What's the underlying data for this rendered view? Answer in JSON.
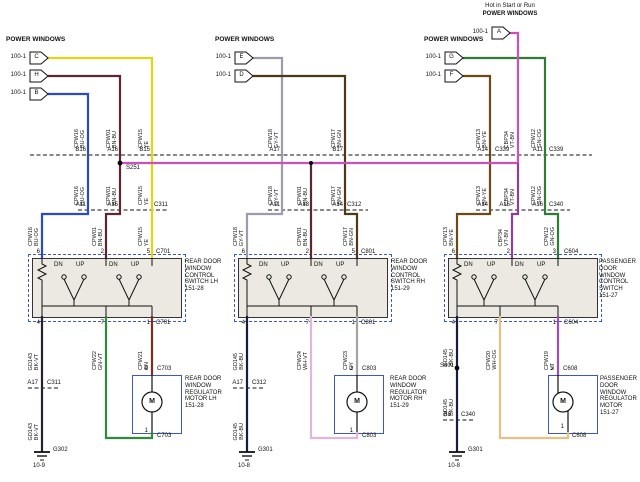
{
  "hot_feed": {
    "note_line1": "Hot in Start or Run",
    "note_line2": "POWER WINDOWS",
    "conn_label": "100-1",
    "conn_pin": "A"
  },
  "colors": {
    "ye": "#e3d50e",
    "bu_og": "#2a4ac8",
    "bn_bu": "#5c2633",
    "feed": "#cf4fb8",
    "vt_bn": "#8d3f9e",
    "gy_vt": "#9d9cab",
    "bn_gn": "#4c3a16",
    "bn_ye": "#6b4a16",
    "gn_og": "#2e7d32",
    "bk_vt": "#272032",
    "gn_vt": "#2f8b3a",
    "bn": "#77301f",
    "bk_bu": "#161f38",
    "wh_vt": "#e2b4de",
    "gy": "#a3a3a3",
    "wh_og": "#e6c185",
    "vt": "#9a4fc0",
    "line": "#111111",
    "blue_box": "#3f57c6"
  },
  "left": {
    "header": "POWER WINDOWS",
    "conns": [
      {
        "label": "100-1",
        "pin": "C"
      },
      {
        "label": "100-1",
        "pin": "H"
      },
      {
        "label": "100-1",
        "pin": "B"
      }
    ],
    "wires": [
      {
        "circuit": "CPW16",
        "cc": "BU-OG"
      },
      {
        "circuit": "CPW01",
        "cc": "BN-BU"
      },
      {
        "circuit": "CPW15",
        "cc": "YE"
      }
    ],
    "row1": {
      "pins": [
        "B16",
        "A16",
        "B15"
      ]
    },
    "splice": "S251",
    "row2": {
      "pins": [
        "A11",
        "A15"
      ],
      "name": "C311"
    },
    "sw": {
      "top_pins": [
        "6",
        "2",
        "5"
      ],
      "top_name": "C701",
      "bot_pins": [
        "4",
        "7",
        "1"
      ],
      "bot_name": "C701",
      "rocker": [
        "DN",
        "UP",
        "DN",
        "UP"
      ],
      "name": [
        "REAR DOOR",
        "WINDOW",
        "CONTROL",
        "SWITCH LH",
        "151-28"
      ]
    },
    "bwires": [
      {
        "circuit": "GD143",
        "cc": "BK-VT"
      },
      {
        "circuit": "CPW22",
        "cc": "GN-VT"
      },
      {
        "circuit": "CPW21",
        "cc": "BN"
      }
    ],
    "grow": {
      "a": "A17",
      "b": "C311"
    },
    "motor": {
      "p2": "2",
      "p1": "1",
      "conn": "C703",
      "sym": "M",
      "name": [
        "REAR DOOR",
        "WINDOW",
        "REGULATOR",
        "MOTOR LH",
        "151-28"
      ]
    },
    "gnd": {
      "name": "G302",
      "page": "10-9"
    }
  },
  "mid": {
    "header": "POWER WINDOWS",
    "conns": [
      {
        "label": "100-1",
        "pin": "E"
      },
      {
        "label": "100-1",
        "pin": "D"
      }
    ],
    "wires": [
      {
        "circuit": "CPW18",
        "cc": "GY-VT"
      },
      {
        "circuit": "CPW01",
        "cc": "BN-BU"
      },
      {
        "circuit": "CPW17",
        "cc": "BN-GN"
      }
    ],
    "row1": {
      "pins": [
        "A17",
        "B17"
      ]
    },
    "row2": {
      "pins": [
        "A11",
        "A13",
        "A14"
      ],
      "name": "C312"
    },
    "sw": {
      "top_pins": [
        "6",
        "2",
        "5"
      ],
      "top_name": "C801",
      "bot_pins": [
        "4",
        "7",
        "1"
      ],
      "bot_name": "C801",
      "rocker": [
        "DN",
        "UP",
        "DN",
        "UP"
      ],
      "name": [
        "REAR DOOR",
        "WINDOW",
        "CONTROL",
        "SWITCH RH",
        "151-29"
      ]
    },
    "bwires": [
      {
        "circuit": "GD145",
        "cc": "BK-BU"
      },
      {
        "circuit": "CPW24",
        "cc": "WH-VT"
      },
      {
        "circuit": "CPW23",
        "cc": "GY"
      }
    ],
    "grow": {
      "a": "A17",
      "b": "C312"
    },
    "motor": {
      "p2": "2",
      "p1": "1",
      "conn": "C803",
      "sym": "M",
      "name": [
        "REAR DOOR",
        "WINDOW",
        "REGULATOR",
        "MOTOR RH",
        "151-29"
      ]
    },
    "gnd": {
      "name": "G301",
      "page": "10-8"
    }
  },
  "right": {
    "header": "POWER WINDOWS",
    "conns": [
      {
        "label": "100-1",
        "pin": "G"
      },
      {
        "label": "100-1",
        "pin": "F"
      }
    ],
    "wires": [
      {
        "circuit": "CPW13",
        "cc": "BN-YE"
      },
      {
        "circuit": "CBP34",
        "cc": "VT-BN"
      },
      {
        "circuit": "CPW12",
        "cc": "GN-OG"
      }
    ],
    "row1": {
      "pins": [
        "A14",
        "A11"
      ],
      "name": "C339"
    },
    "row2": {
      "pins": [
        "A14",
        "A15",
        "A16"
      ],
      "name": "C340"
    },
    "sw": {
      "top_pins": [
        "6",
        "2",
        "3"
      ],
      "top_name": "C604",
      "bot_pins": [
        "4",
        "7",
        "1"
      ],
      "bot_name": "C604",
      "rocker": [
        "DN",
        "UP",
        "DN",
        "UP"
      ],
      "name": [
        "PASSENGER",
        "DOOR",
        "WINDOW",
        "CONTROL",
        "SWITCH",
        "151-27"
      ]
    },
    "bwires": [
      {
        "circuit": "GD145",
        "cc": "BK-BU"
      },
      {
        "circuit": "CPW20",
        "cc": "WH-OG"
      },
      {
        "circuit": "CPW19",
        "cc": "VT"
      }
    ],
    "splice": "S601",
    "brow": {
      "a": "B8",
      "b": "C340"
    },
    "motor": {
      "p2": "2",
      "p1": "1",
      "conn": "C608",
      "sym": "M",
      "name": [
        "PASSENGER",
        "DOOR",
        "WINDOW",
        "REGULATOR",
        "MOTOR",
        "151-27"
      ]
    },
    "gnd": {
      "name": "G301",
      "page": "10-8"
    }
  }
}
